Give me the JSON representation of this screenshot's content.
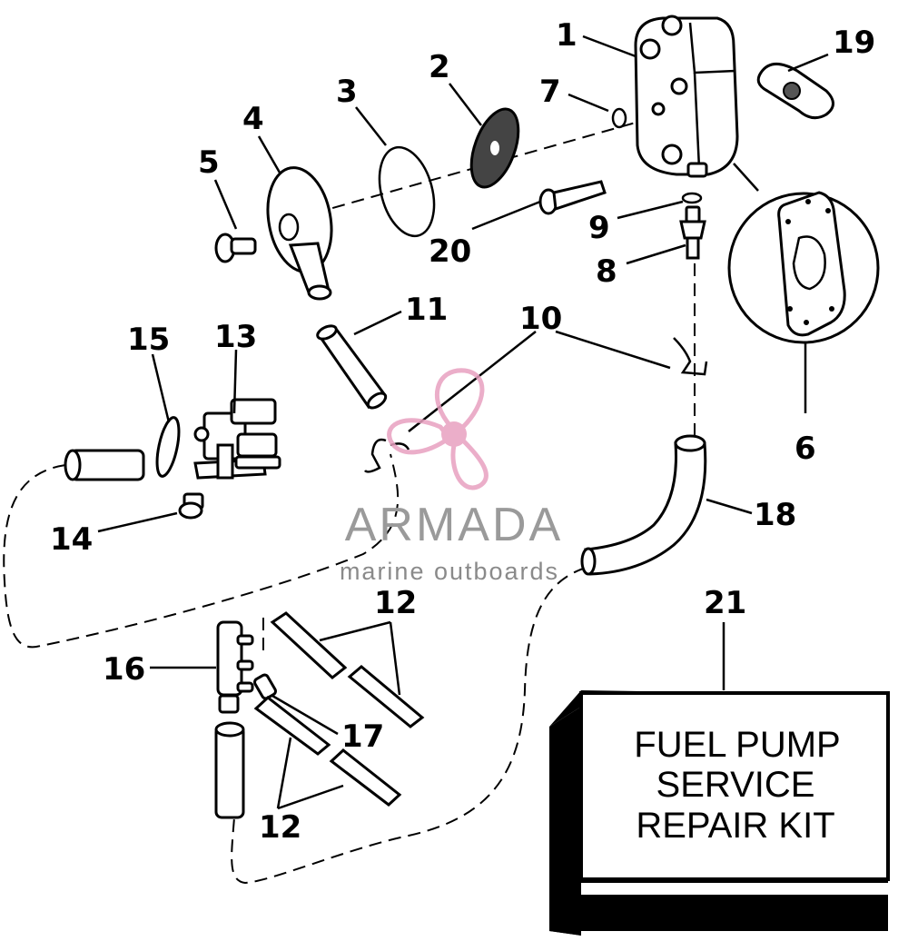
{
  "callouts": {
    "n1": "1",
    "n2": "2",
    "n3": "3",
    "n4": "4",
    "n5": "5",
    "n6": "6",
    "n7": "7",
    "n8": "8",
    "n9": "9",
    "n10": "10",
    "n11": "11",
    "n12a": "12",
    "n12b": "12",
    "n13": "13",
    "n14": "14",
    "n15": "15",
    "n16": "16",
    "n17": "17",
    "n18": "18",
    "n19": "19",
    "n20": "20",
    "n21": "21"
  },
  "kit": {
    "line1": "FUEL PUMP",
    "line2": "SERVICE",
    "line3": "REPAIR KIT"
  },
  "watermark": {
    "brand": "ARMADA",
    "tagline": "marine outboards",
    "color_logo": "#e8a0c0",
    "color_text": "#9a9a9a"
  }
}
